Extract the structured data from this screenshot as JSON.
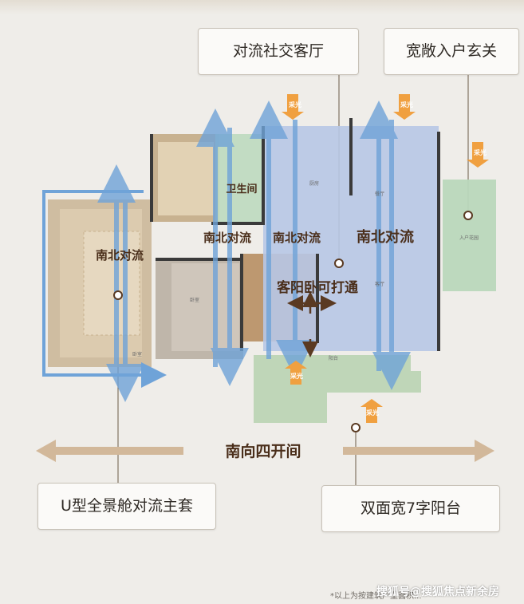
{
  "callouts": {
    "living_room": "对流社交客厅",
    "entrance": "宽敞入户玄关",
    "master_suite": "U型全景舱对流主套",
    "balcony": "双面宽7字阳台"
  },
  "plan_labels": {
    "flow_left": "南北对流",
    "flow_mid1": "南北对流",
    "flow_mid2": "南北对流",
    "flow_right": "南北对流",
    "bathroom": "卫生间",
    "living_bedroom": "客阳卧可打通",
    "kitchen": "厨房",
    "dining": "餐厅",
    "living": "客厅",
    "balcony_small": "阳台",
    "bedroom_main": "卧室",
    "bedroom_mid": "卧室",
    "garden": "入户花园",
    "light_1": "采光",
    "light_2": "采光",
    "light_3": "采光",
    "light_4": "采光",
    "light_5": "采光"
  },
  "bottom_axis_label": "南向四开间",
  "footer": {
    "note": "*以上为按建筑户型面积...",
    "watermark": "搜狐号@搜狐焦点新余房"
  },
  "colors": {
    "accent_brown": "#5a3a22",
    "arrow_blue": "#6fa3d8",
    "light_orange": "#f0a040",
    "axis_beige": "#d2b89a"
  }
}
